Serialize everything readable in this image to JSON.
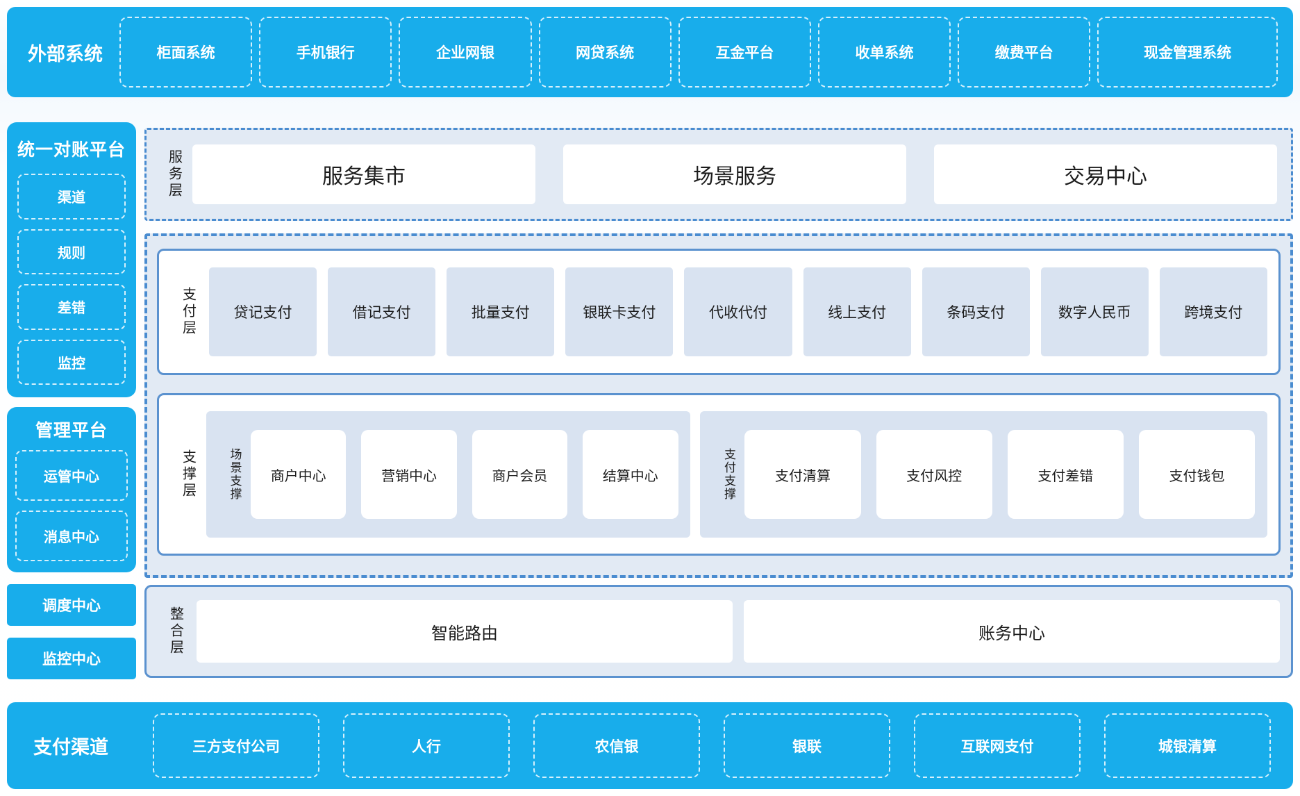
{
  "colors": {
    "brand": "#18adeb",
    "panel_bg": "#e2eaf4",
    "box_bg": "#d9e3f1",
    "line": "#5b92cf",
    "dash": "#4a8cd0",
    "dark": "#1c1c1c"
  },
  "top_bar": {
    "label": "外部系统",
    "items": [
      "柜面系统",
      "手机银行",
      "企业网银",
      "网贷系统",
      "互金平台",
      "收单系统",
      "缴费平台",
      "现金管理系统"
    ]
  },
  "sidebar": {
    "reconcile": {
      "title": "统一对账平台",
      "items": [
        "渠道",
        "规则",
        "差错",
        "监控"
      ]
    },
    "manage": {
      "title": "管理平台",
      "items": [
        "运管中心",
        "消息中心"
      ]
    },
    "solo_items": [
      "调度中心",
      "监控中心"
    ]
  },
  "service_layer": {
    "label": "服务层",
    "items": [
      "服务集市",
      "场景服务",
      "交易中心"
    ]
  },
  "payment_layer": {
    "label": "支付层",
    "items": [
      "贷记支付",
      "借记支付",
      "批量支付",
      "银联卡支付",
      "代收代付",
      "线上支付",
      "条码支付",
      "数字人民币",
      "跨境支付"
    ]
  },
  "support_layer": {
    "label": "支撑层",
    "groups": [
      {
        "label": "场景支撑",
        "items": [
          "商户中心",
          "营销中心",
          "商户会员",
          "结算中心"
        ]
      },
      {
        "label": "支付支撑",
        "items": [
          "支付清算",
          "支付风控",
          "支付差错",
          "支付钱包"
        ]
      }
    ]
  },
  "integration_layer": {
    "label": "整合层",
    "items": [
      "智能路由",
      "账务中心"
    ]
  },
  "bottom_bar": {
    "label": "支付渠道",
    "items": [
      "三方支付公司",
      "人行",
      "农信银",
      "银联",
      "互联网支付",
      "城银清算"
    ]
  }
}
